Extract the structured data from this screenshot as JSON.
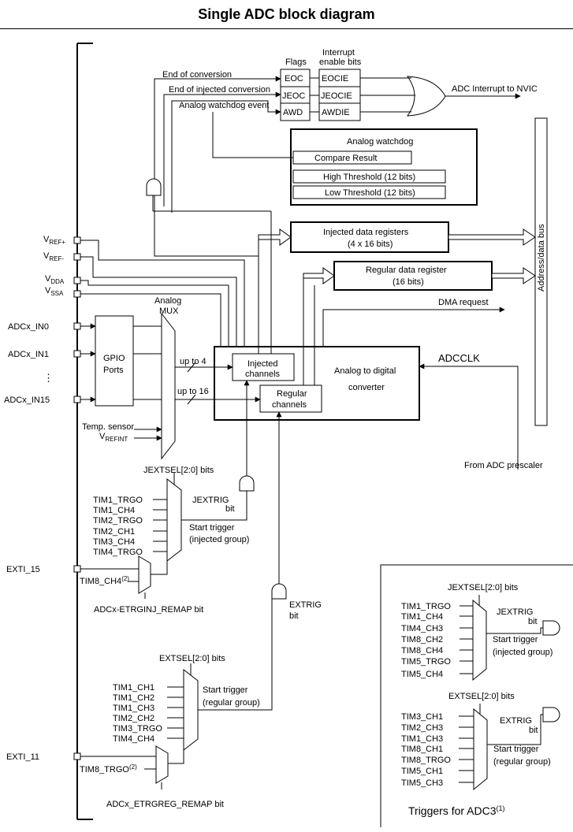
{
  "title": "Single ADC block diagram",
  "flags": {
    "header": "Flags",
    "items": [
      "EOC",
      "JEOC",
      "AWD"
    ]
  },
  "interrupt_bits": {
    "header_line1": "Interrupt",
    "header_line2": "enable bits",
    "items": [
      "EOCIE",
      "JEOCIE",
      "AWDIE"
    ]
  },
  "events": {
    "end_of_conversion": "End of conversion",
    "end_of_injected": "End of injected conversion",
    "awd_event": "Analog watchdog event"
  },
  "adc_interrupt": "ADC Interrupt to NVIC",
  "analog_watchdog": {
    "title": "Analog    watchdog",
    "compare_result": "Compare Result",
    "high_threshold": "High Threshold (12 bits)",
    "low_threshold": "Low Threshold (12 bits)"
  },
  "address_bus": "Address/data bus",
  "injected_regs": {
    "line1": "Injected data registers",
    "line2": "(4 x 16 bits)"
  },
  "regular_reg": {
    "line1": "Regular data register",
    "line2": "(16 bits)"
  },
  "dma_request": "DMA request",
  "adcclk": "ADCCLK",
  "adc_block": {
    "line1": "Analog to digital",
    "line2": "converter",
    "injected_line1": "Injected",
    "injected_line2": "channels",
    "regular_line1": "Regular",
    "regular_line2": "channels"
  },
  "from_prescaler": "From ADC prescaler",
  "pins": {
    "vref_plus_main": "V",
    "vref_plus_sub": "REF+",
    "vref_minus_main": "V",
    "vref_minus_sub": "REF-",
    "vdda_main": "V",
    "vdda_sub": "DDA",
    "vssa_main": "V",
    "vssa_sub": "SSA",
    "in0": "ADCx_IN0",
    "in1": "ADCx_IN1",
    "dots": "⋮",
    "in15": "ADCx_IN15",
    "exti15": "EXTI_15",
    "exti11": "EXTI_11"
  },
  "gpio": {
    "line1": "GPIO",
    "line2": "Ports"
  },
  "analog_mux": {
    "line1": "Analog",
    "line2": "MUX"
  },
  "up_to_4": "up to 4",
  "up_to_16": "up to 16",
  "temp_sensor": "Temp. sensor",
  "vrefint_main": "V",
  "vrefint_sub": "REFINT",
  "jextsel": "JEXTSEL[2:0] bits",
  "jextrig_line1": "JEXTRIG",
  "jextrig_line2": "bit",
  "injected_triggers": [
    "TIM1_TRGO",
    "TIM1_CH4",
    "TIM2_TRGO",
    "TIM2_CH1",
    "TIM3_CH4",
    "TIM4_TRGO"
  ],
  "start_trigger_injected_line1": "Start trigger",
  "start_trigger_injected_line2": "(injected group)",
  "tim8_ch4": "TIM8_CH4",
  "tim8_ch4_note": "(2)",
  "etrginj_remap": "ADCx-ETRGINJ_REMAP bit",
  "extrig_line1": "EXTRIG",
  "extrig_line2": "bit",
  "extsel": "EXTSEL[2:0] bits",
  "regular_triggers": [
    "TIM1_CH1",
    "TIM1_CH2",
    "TIM1_CH3",
    "TIM2_CH2",
    "TIM3_TRGO",
    "TIM4_CH4"
  ],
  "start_trigger_regular_line1": "Start trigger",
  "start_trigger_regular_line2": "(regular group)",
  "tim8_trgo": "TIM8_TRGO",
  "tim8_trgo_note": "(2)",
  "etrgreg_remap": "ADCx_ETRGREG_REMAP bit",
  "adc3": {
    "jextsel": "JEXTSEL[2:0] bits",
    "jextrig_line1": "JEXTRIG",
    "jextrig_line2": "bit",
    "injected_triggers": [
      "TIM1_TRGO",
      "TIM1_CH4",
      "TIM4_CH3",
      "TIM8_CH2",
      "TIM8_CH4",
      "TIM5_TRGO",
      "TIM5_CH4"
    ],
    "start_injected_line1": "Start trigger",
    "start_injected_line2": "(injected group)",
    "extsel": "EXTSEL[2:0] bits",
    "extrig_line1": "EXTRIG",
    "extrig_line2": "bit",
    "regular_triggers": [
      "TIM3_CH1",
      "TIM2_CH3",
      "TIM1_CH3",
      "TIM8_CH1",
      "TIM8_TRGO",
      "TIM5_CH1",
      "TIM5_CH3"
    ],
    "start_regular_line1": "Start trigger",
    "start_regular_line2": "(regular group)",
    "caption": "Triggers for ADC3",
    "caption_note": "(1)"
  }
}
